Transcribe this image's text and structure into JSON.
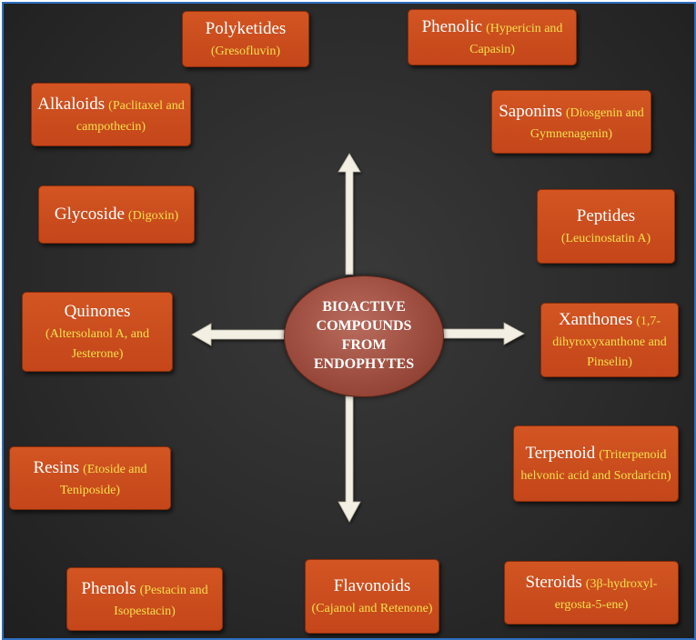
{
  "center": {
    "label": "BIOACTIVE\nCOMPOUNDS\nFROM\nENDOPHYTES"
  },
  "compounds": {
    "polyketides": {
      "name": "Polyketides",
      "detail": "(Gresofluvin)"
    },
    "phenolic": {
      "name": "Phenolic",
      "detail": "(Hypericin and Capasin)"
    },
    "alkaloids": {
      "name": "Alkaloids",
      "detail": "(Paclitaxel and campothecin)"
    },
    "saponins": {
      "name": "Saponins",
      "detail": "(Diosgenin and Gymnenagenin)"
    },
    "glycoside": {
      "name": "Glycoside",
      "detail": "(Digoxin)"
    },
    "peptides": {
      "name": "Peptides",
      "detail": "(Leucinostatin A)"
    },
    "quinones": {
      "name": "Quinones",
      "detail": "(Altersolanol A, and Jesterone)"
    },
    "xanthones": {
      "name": "Xanthones",
      "detail": "(1,7-dihyroxyxanthone and Pinselin)"
    },
    "resins": {
      "name": "Resins",
      "detail": "(Etoside and Teniposide)"
    },
    "terpenoid": {
      "name": "Terpenoid",
      "detail": "(Triterpenoid helvonic acid and Sordaricin)"
    },
    "phenols": {
      "name": "Phenols",
      "detail": "(Pestacin and Isopestacin)"
    },
    "flavonoids": {
      "name": "Flavonoids",
      "detail": "(Cajanol and Retenone)"
    },
    "steroids": {
      "name": "Steroids",
      "detail": "(3β-hydroxyl-ergosta-5-ene)"
    }
  },
  "colors": {
    "box_fill": "#c94c1d",
    "detail_text": "#f4e04a",
    "center_fill": "#9a4a3c",
    "arrow": "#f3efe3",
    "background": "#2b2b2b",
    "border": "#2f6fbf"
  }
}
